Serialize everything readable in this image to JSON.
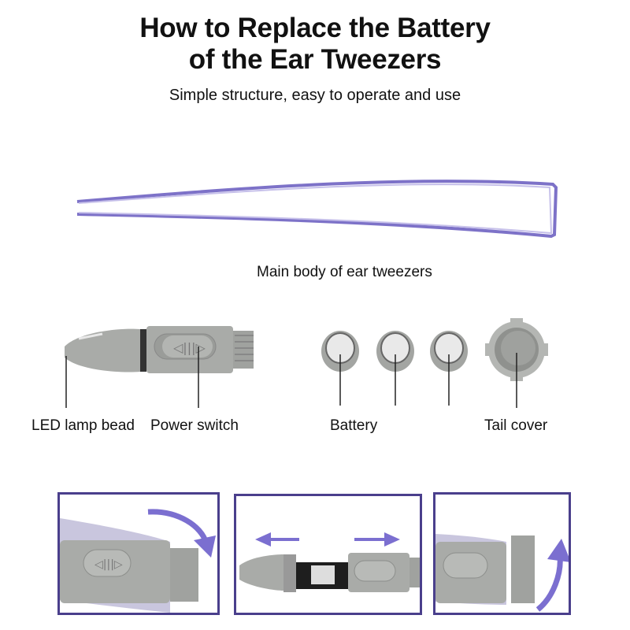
{
  "header": {
    "title_line1": "How to Replace the Battery",
    "title_line2": "of  the Ear   Tweezers",
    "subtitle": "Simple structure, easy to operate and use"
  },
  "main_body": {
    "label": "Main body of ear tweezers"
  },
  "parts": {
    "led": "LED lamp bead",
    "switch": "Power switch",
    "battery": "Battery",
    "tail": "Tail cover"
  },
  "colors": {
    "accent": "#7b6fd0",
    "frame": "#4a3f8c",
    "gray": "#a9aba8"
  },
  "steps": [
    {
      "icon": "rotate-clockwise-arrow-icon"
    },
    {
      "icon": "pull-apart-arrows-icon"
    },
    {
      "icon": "rotate-counterclockwise-arrow-icon"
    }
  ]
}
